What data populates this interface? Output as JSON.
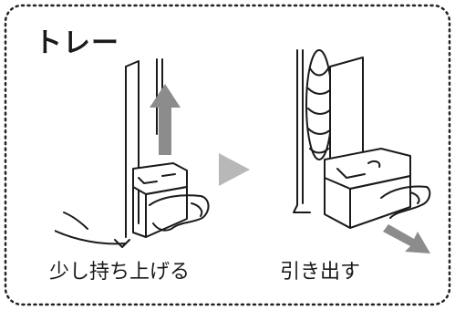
{
  "panel": {
    "title": "トレー",
    "border_color": "#222222"
  },
  "steps": [
    {
      "caption": "少し持ち上げる",
      "arrow": "up-arrow-icon"
    },
    {
      "caption": "引き出す",
      "arrow": "down-right-arrow-icon"
    }
  ],
  "colors": {
    "arrow_gray": "#8c8c8c",
    "next_triangle": "#b8b8b8",
    "line": "#1a1a1a"
  }
}
